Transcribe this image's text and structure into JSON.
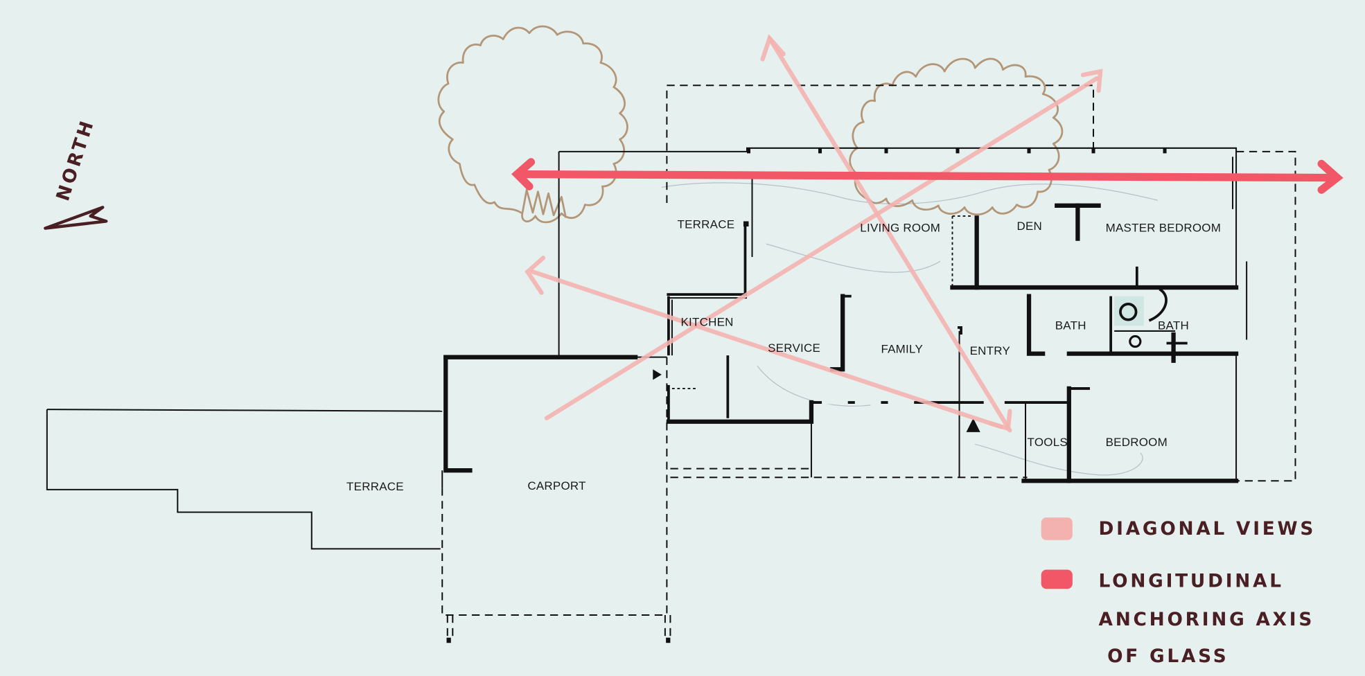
{
  "drawing": {
    "type": "annotated architectural floor plan",
    "north_label": "NORTH",
    "rooms": [
      {
        "id": "terrace_north",
        "label": "TERRACE"
      },
      {
        "id": "living_room",
        "label": "LIVING ROOM"
      },
      {
        "id": "den",
        "label": "DEN"
      },
      {
        "id": "master_bedroom",
        "label": "MASTER BEDROOM"
      },
      {
        "id": "kitchen",
        "label": "KITCHEN"
      },
      {
        "id": "service",
        "label": "SERVICE"
      },
      {
        "id": "family",
        "label": "FAMILY"
      },
      {
        "id": "entry",
        "label": "ENTRY"
      },
      {
        "id": "bath_1",
        "label": "BATH"
      },
      {
        "id": "bath_2",
        "label": "BATH"
      },
      {
        "id": "tools",
        "label": "TOOLS"
      },
      {
        "id": "bedroom",
        "label": "BEDROOM"
      },
      {
        "id": "terrace_west",
        "label": "TERRACE"
      },
      {
        "id": "carport",
        "label": "CARPORT"
      }
    ]
  },
  "legend": {
    "items": [
      {
        "label": "DIAGONAL VIEWS",
        "color": "#f3b2b0"
      },
      {
        "label_lines": [
          "LONGITUDINAL",
          "ANCHORING AXIS",
          "OF GLASS"
        ],
        "color": "#f25767"
      }
    ]
  },
  "colors": {
    "paper": "#e6f1ef",
    "ink": "#111111",
    "handwriting": "#4a1f24",
    "trees": "#b39577",
    "diagonal_views": "#f3b2b0",
    "longitudinal_axis": "#f25767"
  }
}
